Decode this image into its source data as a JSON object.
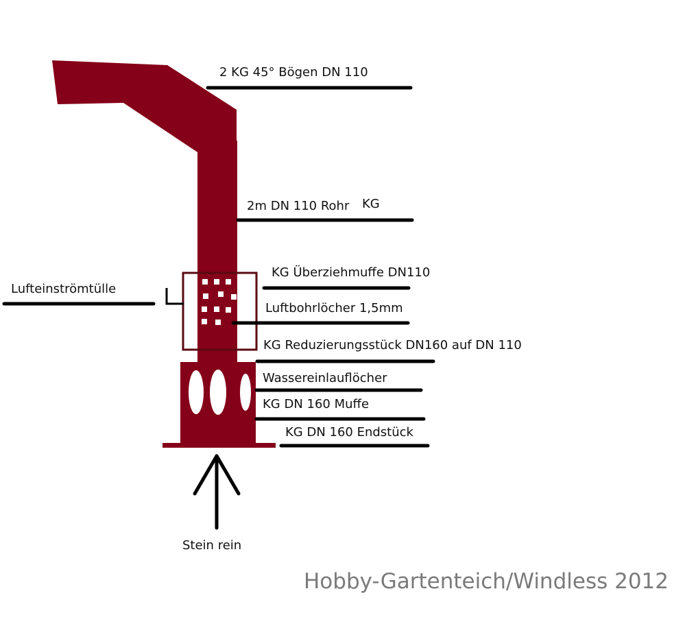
{
  "labels": {
    "elbows": "2 KG 45° Bögen DN 110",
    "pipe": "2m DN 110 Rohr",
    "pipe_suffix": "KG",
    "sleeve": "KG Überziehmuffe DN110",
    "air_nozzle": "Lufteinströmtülle",
    "air_holes": "Luftbohrlöcher 1,5mm",
    "reducer": "KG Reduzierungsstück DN160 auf DN 110",
    "water_holes": "Wassereinlauflöcher",
    "socket": "KG DN 160 Muffe",
    "end_cap": "KG DN 160 Endstück",
    "stone_in": "Stein rein"
  },
  "watermark": "Hobby-Gartenteich/Windless 2012",
  "colors": {
    "pipe": "#850019",
    "outline": "#5a0a12",
    "line": "#000000",
    "hole": "#ffffff",
    "watermark": "#7a7a7a"
  }
}
